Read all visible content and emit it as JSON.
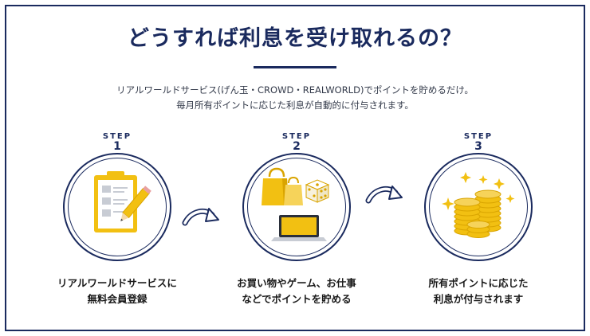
{
  "title": "どうすれば利息を受け取れるの？",
  "description": {
    "line1": "リアルワールドサービス(げん玉・CROWD・REALWORLD)でポイントを貯めるだけ。",
    "line2": "毎月所有ポイントに応じた利息が自動的に付与されます。"
  },
  "steps": [
    {
      "label": "STEP",
      "number": "1",
      "caption_line1": "リアルワールドサービスに",
      "caption_line2": "無料会員登録",
      "icon": "clipboard-pencil-icon"
    },
    {
      "label": "STEP",
      "number": "2",
      "caption_line1": "お買い物やゲーム、お仕事",
      "caption_line2": "などでポイントを貯める",
      "icon": "shopping-dice-laptop-icon"
    },
    {
      "label": "STEP",
      "number": "3",
      "caption_line1": "所有ポイントに応じた",
      "caption_line2": "利息が付与されます",
      "icon": "coin-stacks-icon"
    }
  ],
  "colors": {
    "navy": "#1a2a5e",
    "gold": "#f2c012",
    "gold_dark": "#d9a400"
  }
}
